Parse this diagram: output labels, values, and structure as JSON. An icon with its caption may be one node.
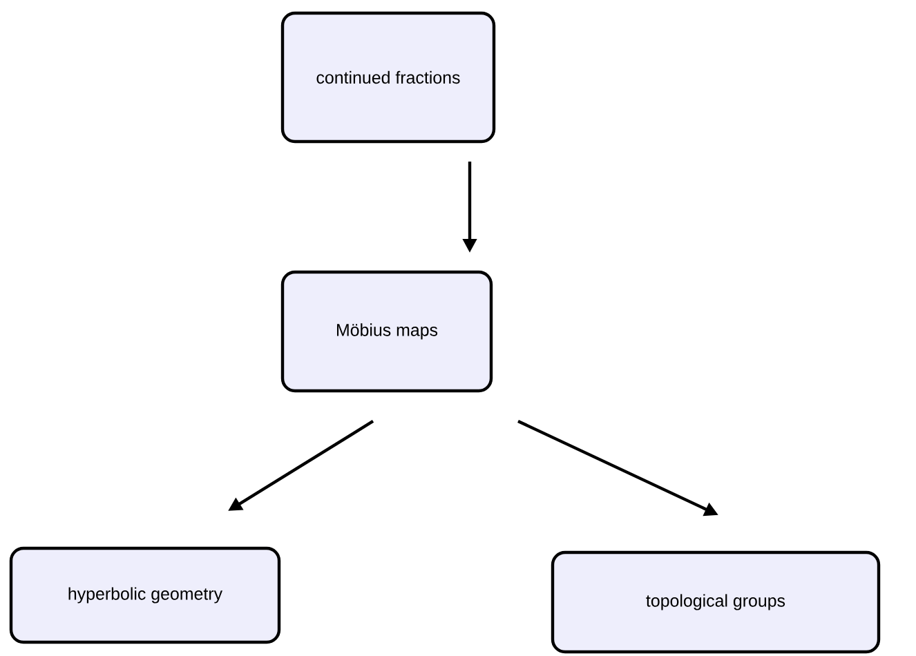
{
  "diagram": {
    "nodes": [
      {
        "text": [
          "continued fractions"
        ]
      },
      {
        "text": [
          "Möbius maps"
        ]
      },
      {
        "text": [
          "hyperbolic geometry"
        ]
      },
      {
        "text": [
          "topological groups"
        ]
      }
    ],
    "edges": [
      {
        "from": 0,
        "to": 1,
        "arrow": "to"
      },
      {
        "from": 1,
        "to": 2,
        "arrow": "to"
      },
      {
        "from": 1,
        "to": 3,
        "arrow": "to"
      }
    ]
  }
}
